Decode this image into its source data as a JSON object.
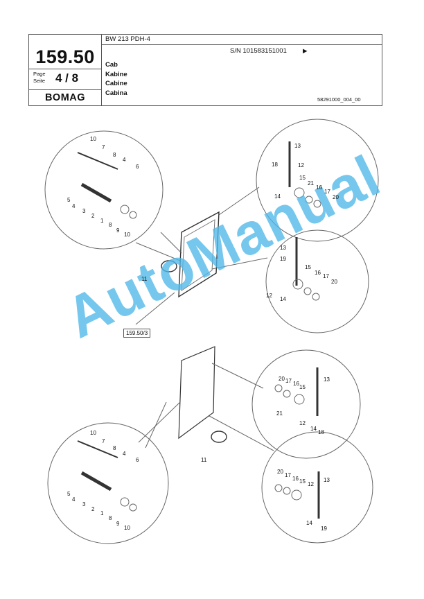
{
  "header": {
    "model": "BW 213 PDH-4",
    "serial": "S/N 101583151001",
    "serial_arrow": "▶",
    "page_number": "159.50",
    "page_label_1": "Page",
    "page_label_2": "Seite",
    "page_value": "4 / 8",
    "logo": "BOMAG",
    "titles": [
      "Cab",
      "Kabine",
      "Cabine",
      "Cabina"
    ],
    "doc_ref": "58291000_004_00"
  },
  "drawing": {
    "reference_box": "159.50/3",
    "watermark": "AutoManual"
  },
  "callouts": {
    "tl": [
      "10",
      "7",
      "8",
      "4",
      "6",
      "5",
      "4",
      "3",
      "2",
      "1",
      "8",
      "9",
      "10"
    ],
    "tr": [
      "13",
      "18",
      "12",
      "21",
      "15",
      "16",
      "17",
      "14",
      "20"
    ],
    "mr": [
      "13",
      "19",
      "15",
      "16",
      "17",
      "20",
      "12",
      "14"
    ],
    "mid": [
      "11",
      "11"
    ],
    "br1": [
      "20",
      "17",
      "16",
      "15",
      "13",
      "21",
      "12",
      "14",
      "18"
    ],
    "br2": [
      "20",
      "17",
      "16",
      "15",
      "12",
      "13",
      "14",
      "19"
    ],
    "bl": [
      "10",
      "7",
      "8",
      "4",
      "6",
      "5",
      "4",
      "3",
      "2",
      "1",
      "8",
      "9",
      "10"
    ]
  }
}
